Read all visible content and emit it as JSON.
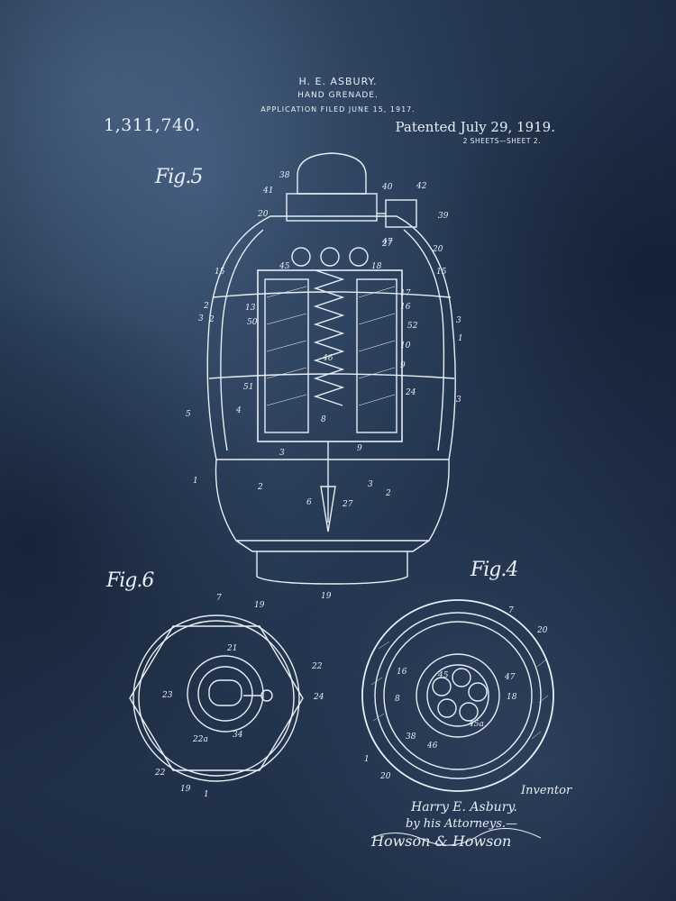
{
  "header": {
    "inventor_name": "H. E. ASBURY.",
    "title": "HAND GRENADE.",
    "application": "APPLICATION FILED JUNE 15, 1917.",
    "patent_number": "1,311,740.",
    "patented": "Patented July 29, 1919.",
    "sheets": "2 SHEETS—SHEET 2."
  },
  "figures": {
    "fig5": "Fig.5",
    "fig6": "Fig.6",
    "fig4": "Fig.4"
  },
  "fig5_labels": [
    "38",
    "41",
    "40",
    "42",
    "20",
    "39",
    "47",
    "27",
    "20",
    "45",
    "18",
    "15",
    "15",
    "2",
    "17",
    "16",
    "2",
    "13",
    "50",
    "52",
    "3",
    "3",
    "10",
    "1",
    "46",
    "9",
    "5",
    "4",
    "51",
    "24",
    "3",
    "8",
    "9",
    "3",
    "2",
    "1",
    "3",
    "2",
    "6",
    "27",
    "19"
  ],
  "fig6_labels": [
    "7",
    "19",
    "21",
    "22",
    "23",
    "24",
    "22a",
    "34",
    "22",
    "19",
    "1"
  ],
  "fig4_labels": [
    "7",
    "20",
    "16",
    "45",
    "47",
    "8",
    "18",
    "38",
    "46",
    "45a",
    "1",
    "20"
  ],
  "signature": {
    "inventor_label": "Inventor",
    "inventor": "Harry E. Asbury.",
    "attorneys": "by his Attorneys.—",
    "firm": "Howson & Howson"
  },
  "colors": {
    "paper": "#24364f",
    "ink": "#e8eef6"
  }
}
